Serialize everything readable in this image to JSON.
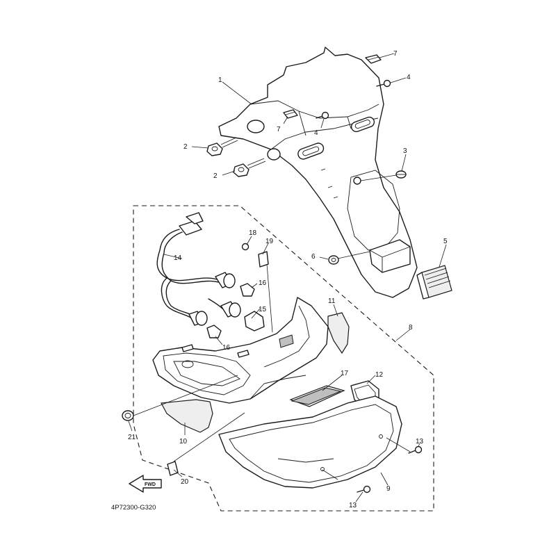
{
  "diagram": {
    "drawing_code": "4P72300-G320",
    "direction_arrow_label": "FWD",
    "callouts": {
      "c1": "1",
      "c2a": "2",
      "c2b": "2",
      "c3": "3",
      "c4a": "4",
      "c4b": "4",
      "c5": "5",
      "c6": "6",
      "c7a": "7",
      "c7b": "7",
      "c8": "8",
      "c9": "9",
      "c10": "10",
      "c11": "11",
      "c12": "12",
      "c13a": "13",
      "c13b": "13",
      "c14": "14",
      "c15": "15",
      "c16a": "16",
      "c16b": "16",
      "c17": "17",
      "c18": "18",
      "c19": "19",
      "c20": "20",
      "c21": "21"
    }
  }
}
